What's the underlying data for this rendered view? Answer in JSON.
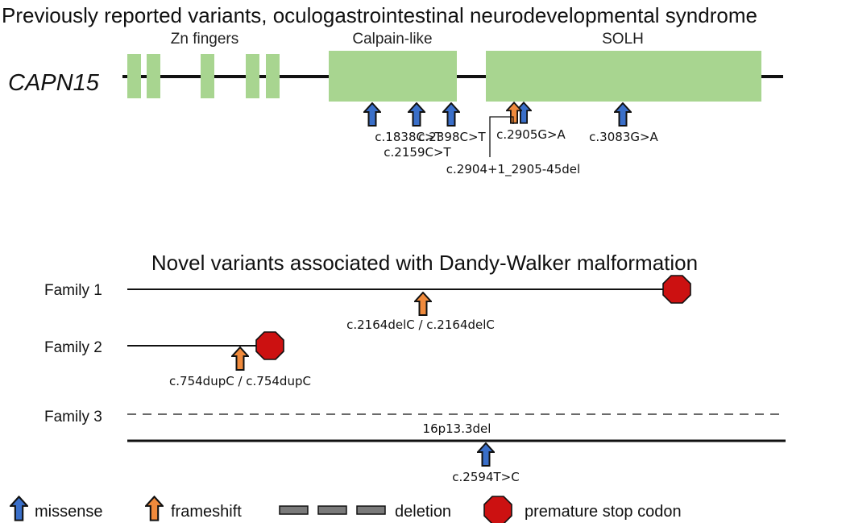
{
  "top": {
    "title": "Previously reported variants, oculogastrointestinal neurodevelopmental syndrome",
    "gene": "CAPN15",
    "domains": {
      "zn": "Zn fingers",
      "calpain": "Calpain-like",
      "solh": "SOLH"
    },
    "variants": [
      {
        "label": "c.1838C>T",
        "type": "missense"
      },
      {
        "label": "c.2159C>T",
        "type": "missense"
      },
      {
        "label": "c.2398C>T",
        "type": "missense"
      },
      {
        "label": "c.2904+1_2905-45del",
        "type": "frameshift"
      },
      {
        "label": "c.2905G>A",
        "type": "missense"
      },
      {
        "label": "c.3083G>A",
        "type": "missense"
      }
    ]
  },
  "bottom": {
    "title": "Novel variants associated with Dandy-Walker malformation",
    "families": [
      {
        "label": "Family 1",
        "variant": "c.2164delC / c.2164delC"
      },
      {
        "label": "Family 2",
        "variant": "c.754dupC / c.754dupC"
      },
      {
        "label": "Family 3",
        "deletion": "16p13.3del",
        "variant": "c.2594T>C"
      }
    ]
  },
  "legend": {
    "missense": "missense",
    "frameshift": "frameshift",
    "deletion": "deletion",
    "stop": "premature stop codon"
  },
  "colors": {
    "missense": "#3a6fc9",
    "frameshift": "#f08a3c",
    "domain": "#a8d590",
    "stop": "#cc1111"
  }
}
